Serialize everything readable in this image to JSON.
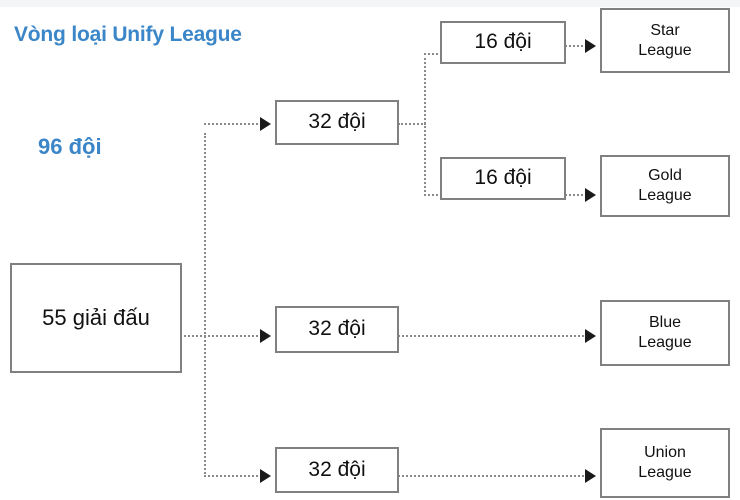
{
  "page": {
    "title": "Vòng loại Unify League",
    "subtitle": "96 đội",
    "accent_color": "#3b86c8",
    "box_border_color": "#808080",
    "connector_color": "#8a8a8a",
    "arrow_color": "#1a1a1a",
    "background": "#ffffff"
  },
  "diagram": {
    "type": "flowchart",
    "root": {
      "label": "55 giải đấu"
    },
    "stage_qualifier": [
      {
        "label": "32 đội"
      },
      {
        "label": "32 đội"
      },
      {
        "label": "32 đội"
      }
    ],
    "stage_split": [
      {
        "label": "16 đội"
      },
      {
        "label": "16 đội"
      }
    ],
    "leagues": [
      {
        "line1": "Star",
        "line2": "League"
      },
      {
        "line1": "Gold",
        "line2": "League"
      },
      {
        "line1": "Blue",
        "line2": "League"
      },
      {
        "line1": "Union",
        "line2": "League"
      }
    ]
  }
}
